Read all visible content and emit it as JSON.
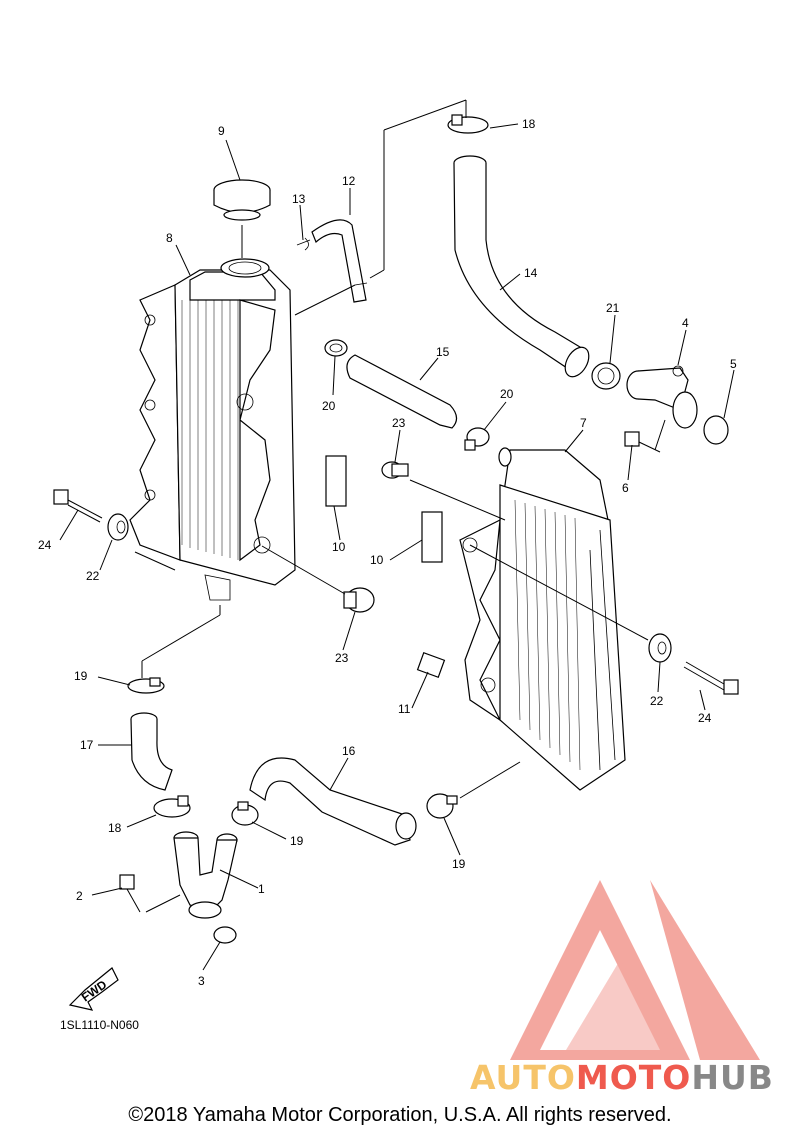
{
  "diagram": {
    "code": "1SL1110-N060",
    "copyright": "©2018 Yamaha Motor Corporation, U.S.A. All rights reserved.",
    "fwd_label": "FWD",
    "labels": {
      "p1": "1",
      "p2": "2",
      "p3": "3",
      "p4": "4",
      "p5": "5",
      "p6": "6",
      "p7": "7",
      "p8": "8",
      "p9": "9",
      "p10a": "10",
      "p10b": "10",
      "p11": "11",
      "p12": "12",
      "p13": "13",
      "p14": "14",
      "p15": "15",
      "p16": "16",
      "p17": "17",
      "p18a": "18",
      "p18b": "18",
      "p19a": "19",
      "p19b": "19",
      "p19c": "19",
      "p20a": "20",
      "p20b": "20",
      "p21": "21",
      "p22a": "22",
      "p22b": "22",
      "p23a": "23",
      "p23b": "23",
      "p24a": "24",
      "p24b": "24"
    }
  },
  "watermark": {
    "part1": "AUTO",
    "part2": "MOTO",
    "part3": "HUB",
    "colors": {
      "auto": "#f6c46a",
      "moto": "#ef5a4e",
      "hub": "#888888",
      "logo": "#f08a80"
    }
  }
}
